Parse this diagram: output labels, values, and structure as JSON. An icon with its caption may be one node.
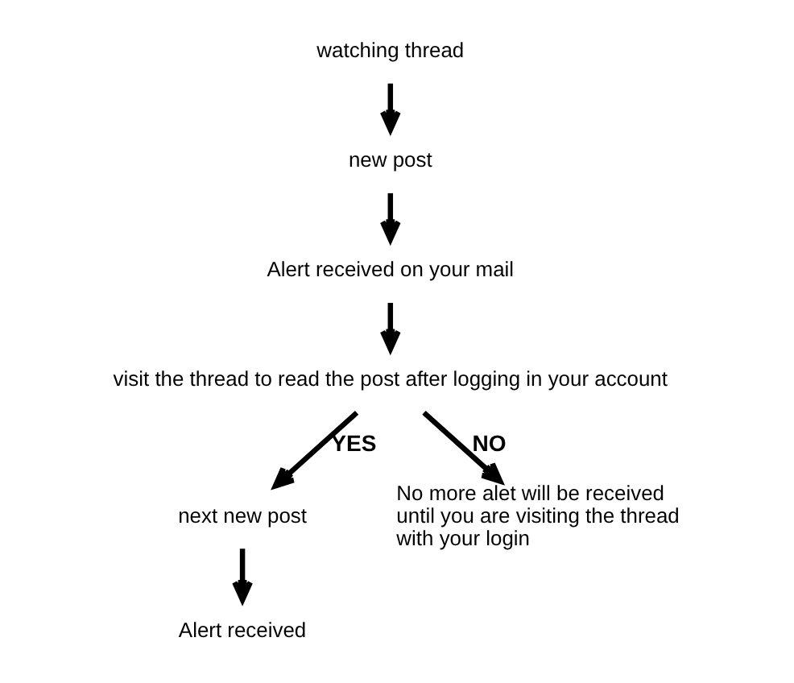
{
  "diagram": {
    "nodes": [
      {
        "text": [
          "watching thread"
        ]
      },
      {
        "text": [
          "new post"
        ]
      },
      {
        "text": [
          "Alert received on your mail"
        ]
      },
      {
        "text": [
          "visit the thread to read the post after logging in your account"
        ]
      },
      {
        "text": [
          "next new post"
        ]
      },
      {
        "text": [
          "Alert received"
        ]
      },
      {
        "text": [
          "No more alet will be received until you are visiting the thread with your login"
        ]
      }
    ],
    "edges": [
      {
        "from": 0,
        "to": 1,
        "arrow": "to"
      },
      {
        "from": 1,
        "to": 2,
        "arrow": "to"
      },
      {
        "from": 2,
        "to": 3,
        "arrow": "to"
      },
      {
        "from": 3,
        "to": 4,
        "arrow": "to",
        "label": "YES"
      },
      {
        "from": 4,
        "to": 5,
        "arrow": "to"
      },
      {
        "from": 3,
        "to": 6,
        "arrow": "to",
        "label": "NO"
      }
    ]
  }
}
